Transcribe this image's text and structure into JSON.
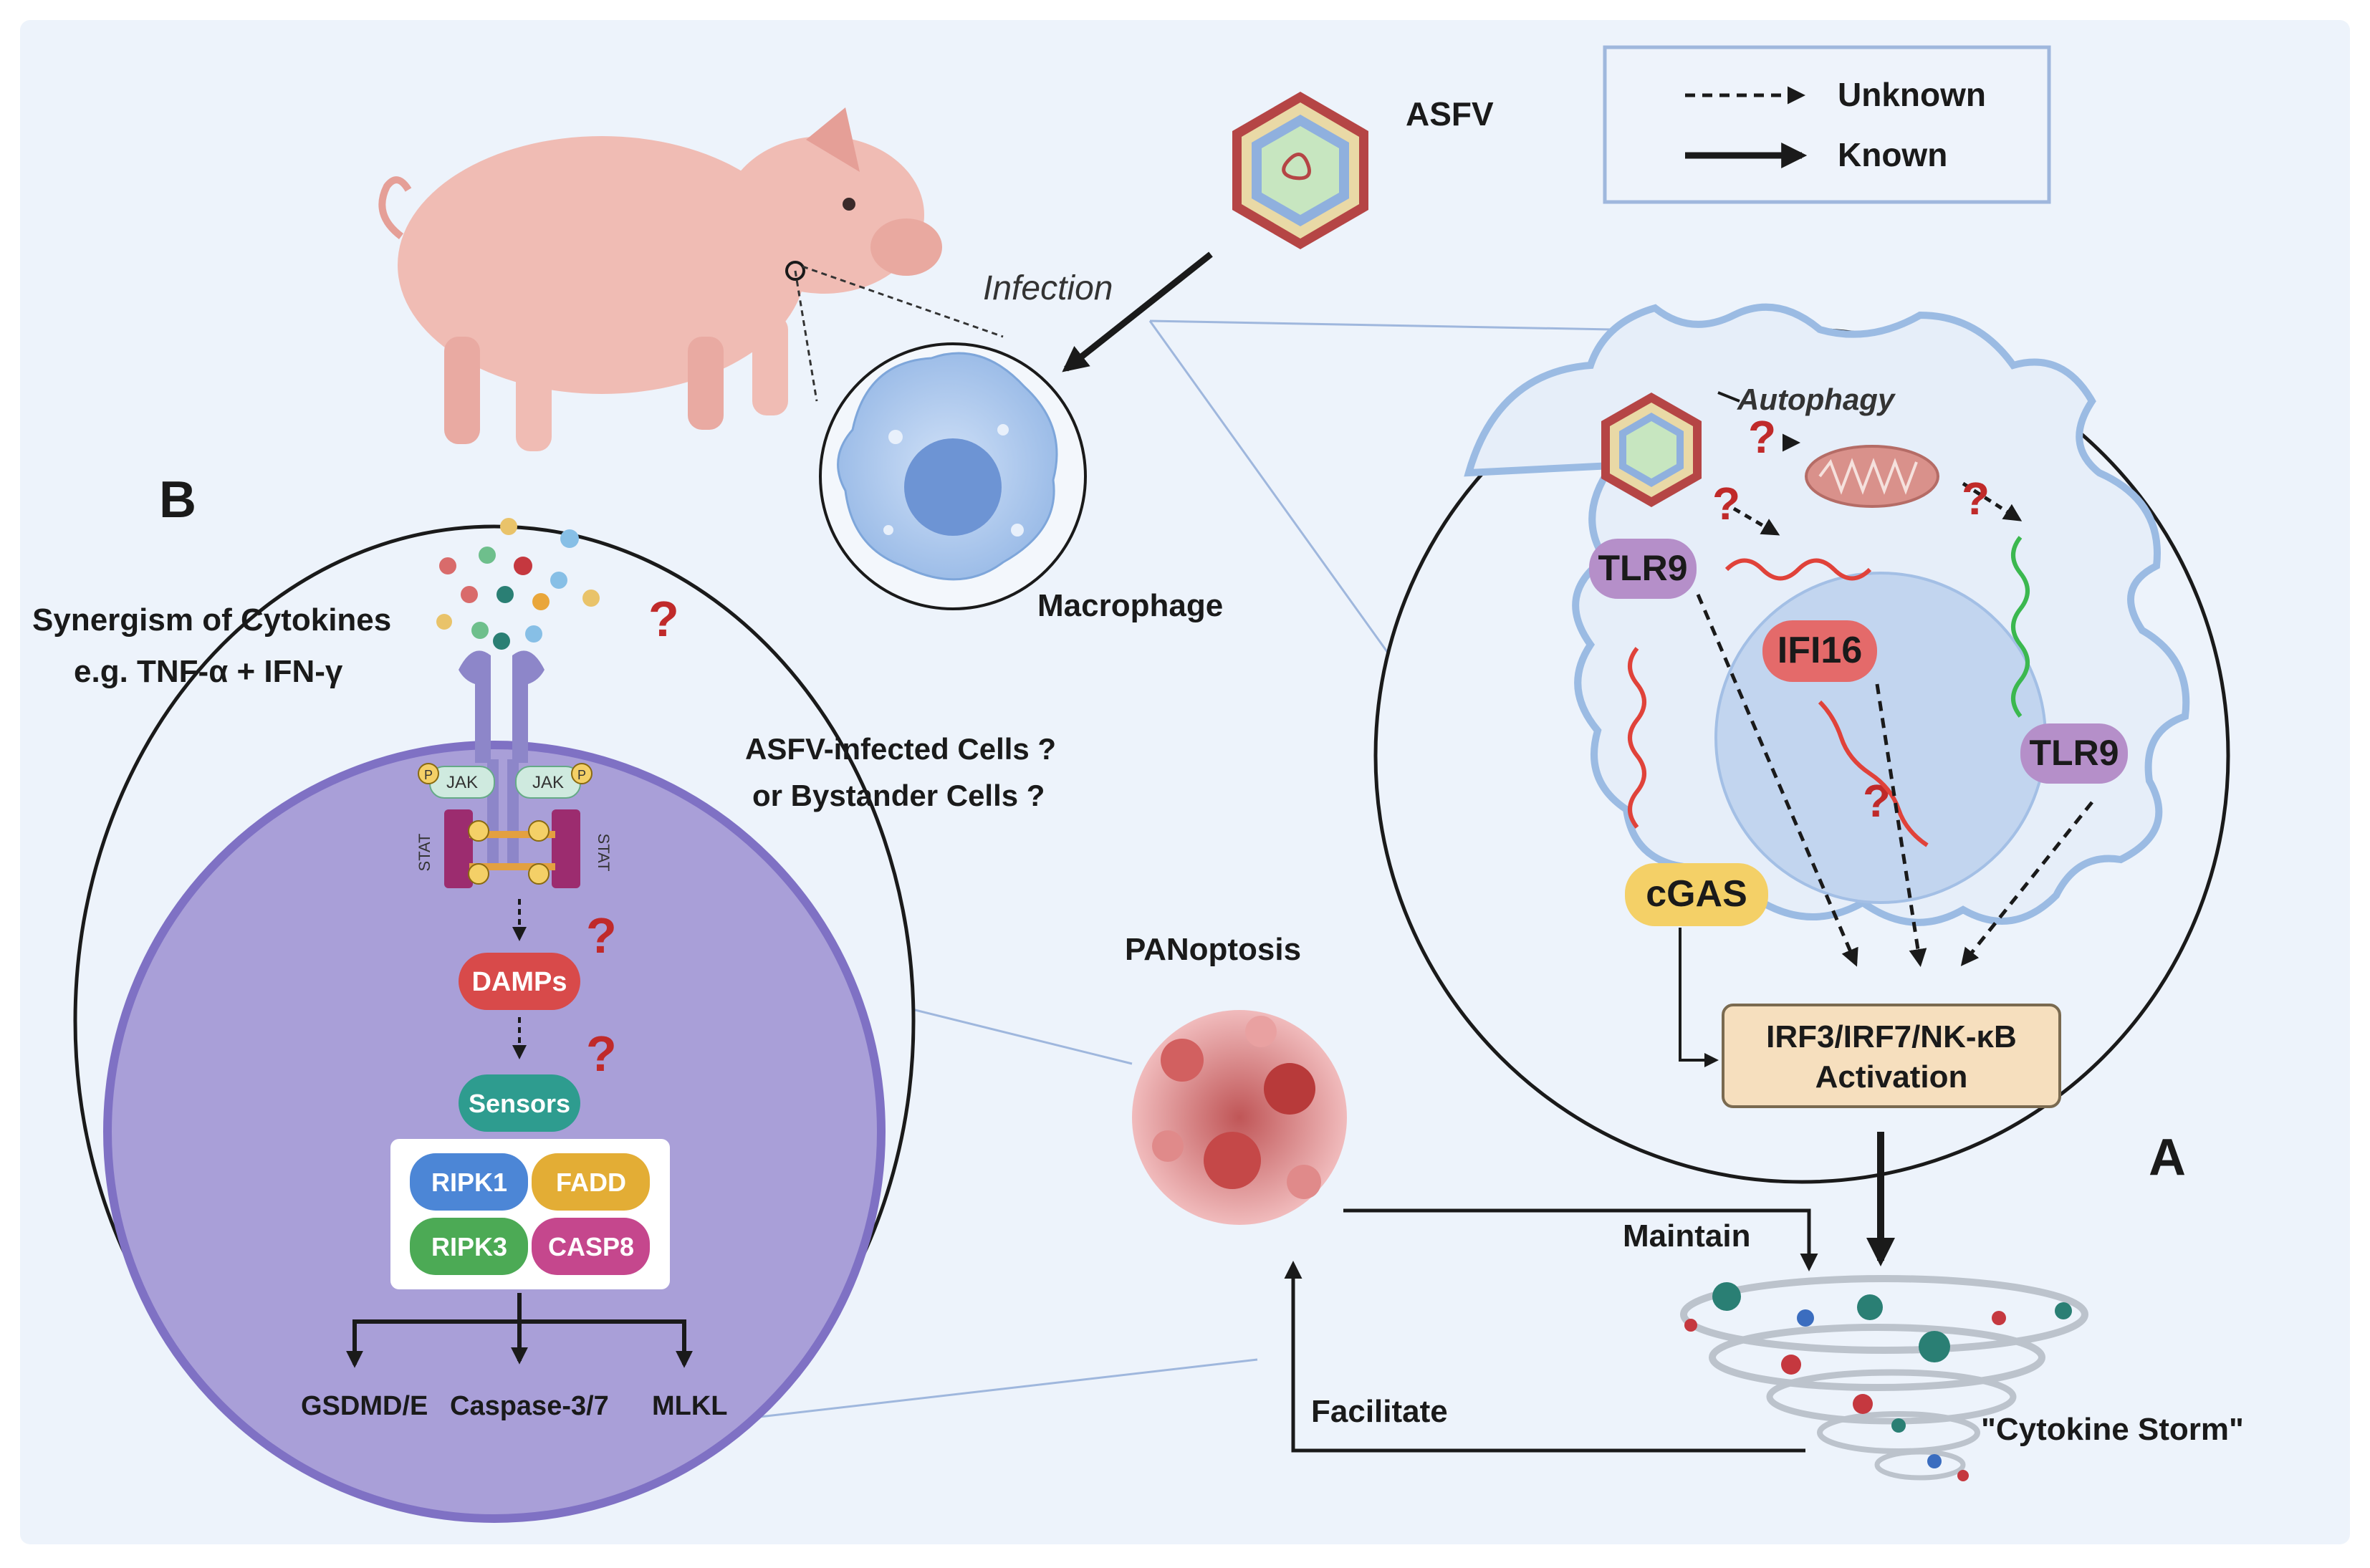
{
  "labels": {
    "asfv": "ASFV",
    "infection": "Infection",
    "macrophage": "Macrophage",
    "autophagy": "Autophagy",
    "tlr9_a": "TLR9",
    "tlr9_b": "TLR9",
    "ifi16": "IFI16",
    "cgas": "cGAS",
    "activation_line1": "IRF3/IRF7/NK-κB",
    "activation_line2": "Activation",
    "panel_a": "A",
    "panel_b": "B",
    "panoptosis": "PANoptosis",
    "maintain": "Maintain",
    "facilitate": "Facilitate",
    "cytokine_storm": "\"Cytokine Storm\"",
    "synergism_line1": "Synergism of Cytokines",
    "synergism_line2": "e.g. TNF-α + IFN-γ",
    "cells_line1": "ASFV-infected Cells ?",
    "cells_line2": "or Bystander Cells ?",
    "jak": "JAK",
    "stat": "STAT",
    "phospho": "P",
    "damps": "DAMPs",
    "sensors": "Sensors",
    "ripk1": "RIPK1",
    "fadd": "FADD",
    "ripk3": "RIPK3",
    "casp8": "CASP8",
    "gsdmd": "GSDMD/E",
    "caspase37": "Caspase-3/7",
    "mlkl": "MLKL",
    "question": "?"
  },
  "legend": {
    "unknown": "Unknown",
    "known": "Known"
  },
  "colors": {
    "background": "#edf3fb",
    "cell_b": "#a99fd8",
    "tlr9": "#b58fc9",
    "ifi16": "#e46a6a",
    "cgas": "#f4d067",
    "activation": "#f6dfbe",
    "damps": "#d84a4a",
    "sensors": "#2e9c8f",
    "ripk1": "#4c86d6",
    "fadd": "#e3ad35",
    "ripk3": "#4caa55",
    "casp8": "#c5478d",
    "question": "#c02a2a"
  }
}
